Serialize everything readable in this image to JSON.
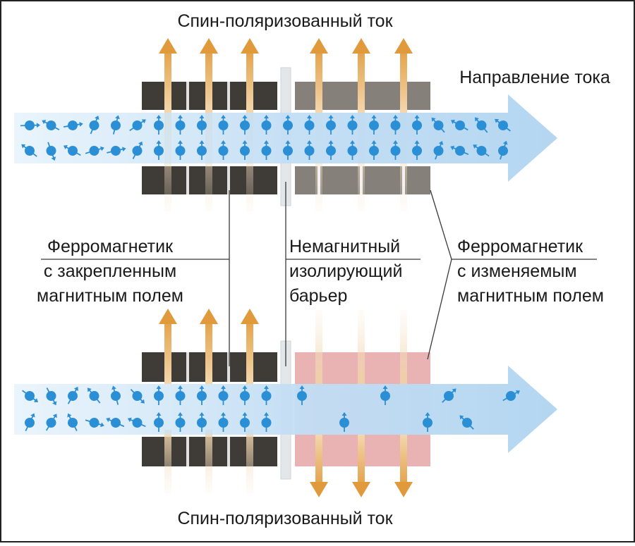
{
  "labels": {
    "top_current": "Спин-поляризованный ток",
    "bottom_current": "Спин-поляризованный ток",
    "current_direction": "Направление тока",
    "fixed_ferromagnet": [
      "Ферромагнетик",
      "с закрепленным",
      "магнитным полем"
    ],
    "barrier": [
      "Немагнитный",
      "изолирующий",
      "барьер"
    ],
    "free_ferromagnet": [
      "Ферромагнетик",
      "с изменяемым",
      "магнитным полем"
    ]
  },
  "colors": {
    "fixed_layer": "#3f3b36",
    "free_layer_parallel": "#85807a",
    "free_layer_antiparallel": "#e9b3b3",
    "current_arrow": "#bfdcf3",
    "spin_arrow": "#e09a3c",
    "electron": "#2b8fd6",
    "barrier": "#e4e7ea"
  },
  "states": [
    {
      "name": "parallel",
      "free_layer_color": "free_layer_parallel",
      "free_arrows": "up"
    },
    {
      "name": "antiparallel",
      "free_layer_color": "free_layer_antiparallel",
      "free_arrows": "down"
    }
  ]
}
